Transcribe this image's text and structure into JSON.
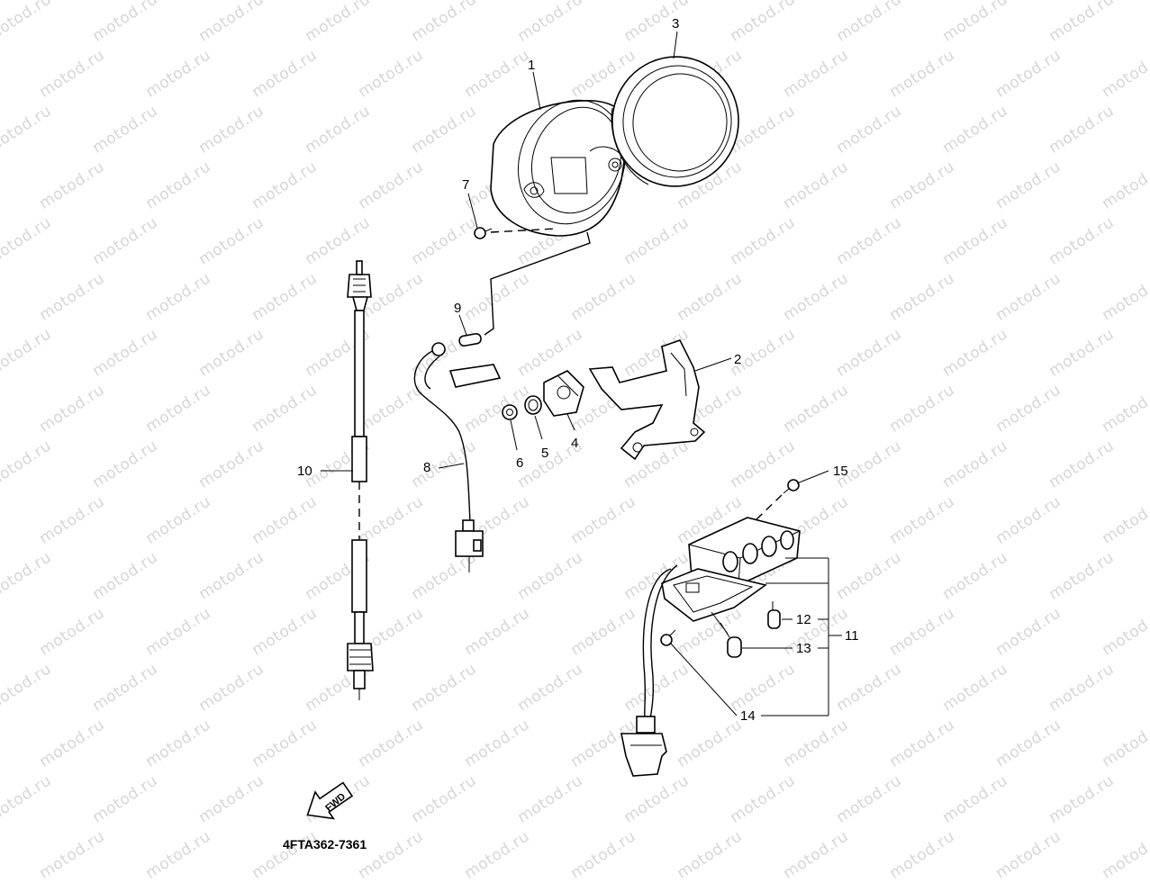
{
  "watermark": "motod.ru",
  "callouts": {
    "c1": "1",
    "c2": "2",
    "c3": "3",
    "c4": "4",
    "c5": "5",
    "c6": "6",
    "c7": "7",
    "c8": "8",
    "c9": "9",
    "c10": "10",
    "c11": "11",
    "c12": "12",
    "c13": "13",
    "c14": "14",
    "c15": "15"
  },
  "fwd_label": "FWD",
  "diagram_code": "4FTA362-7361"
}
